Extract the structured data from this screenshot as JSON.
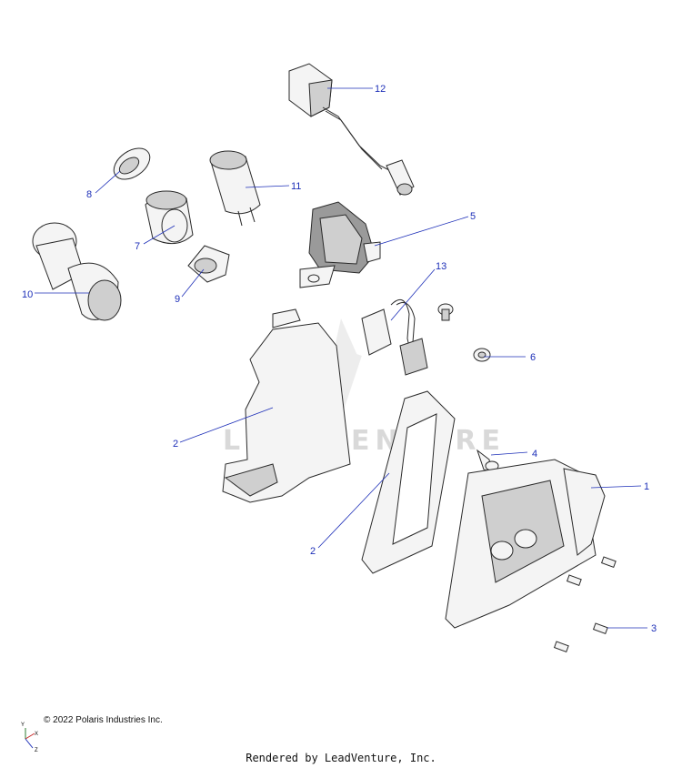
{
  "callouts": [
    {
      "id": "1",
      "label": "1"
    },
    {
      "id": "2a",
      "label": "2"
    },
    {
      "id": "2b",
      "label": "2"
    },
    {
      "id": "3",
      "label": "3"
    },
    {
      "id": "4",
      "label": "4"
    },
    {
      "id": "5",
      "label": "5"
    },
    {
      "id": "6",
      "label": "6"
    },
    {
      "id": "7",
      "label": "7"
    },
    {
      "id": "8",
      "label": "8"
    },
    {
      "id": "9",
      "label": "9"
    },
    {
      "id": "10",
      "label": "10"
    },
    {
      "id": "11",
      "label": "11"
    },
    {
      "id": "12",
      "label": "12"
    },
    {
      "id": "13",
      "label": "13"
    }
  ],
  "watermark": "LEADVENTURE",
  "axis": {
    "x": "X",
    "y": "Y",
    "z": "Z"
  },
  "footer": {
    "copyright": "© 2022 Polaris Industries Inc.",
    "rendered_by": "Rendered by LeadVenture, Inc."
  },
  "colors": {
    "callout": "#1d2fb8",
    "line": "#2a2a2a",
    "watermark": "#d9d9d9"
  }
}
